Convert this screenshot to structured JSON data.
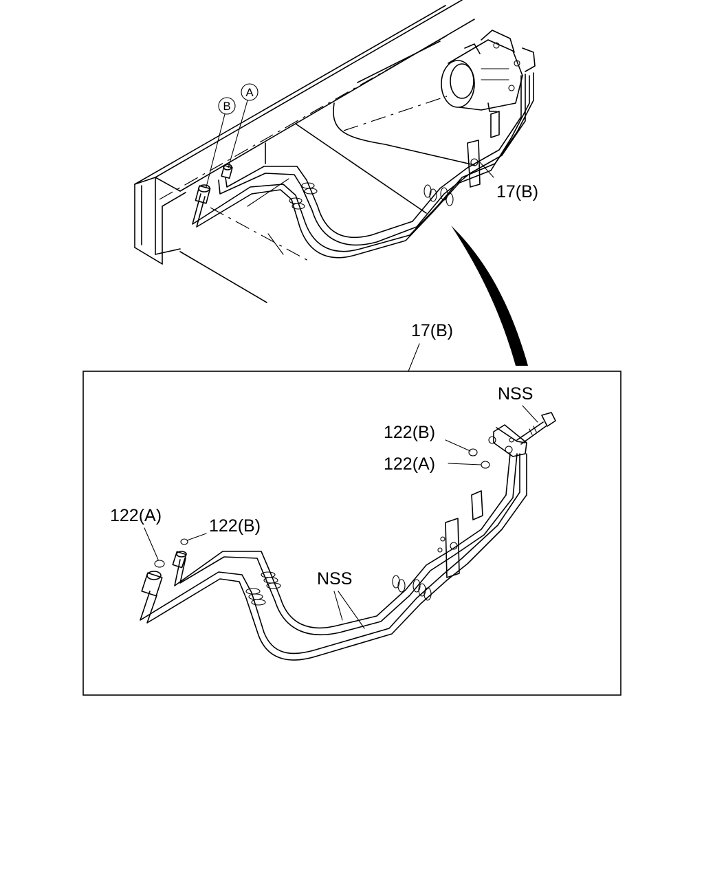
{
  "overview": {
    "marker_a": "A",
    "marker_b": "B",
    "callout_pipe": "17(B)"
  },
  "detail": {
    "title": "17(B)",
    "nss_bolt": "NSS",
    "oring_b_right": "122(B)",
    "oring_a_right": "122(A)",
    "oring_a_left": "122(A)",
    "oring_b_left": "122(B)",
    "nss_pipes": "NSS"
  }
}
